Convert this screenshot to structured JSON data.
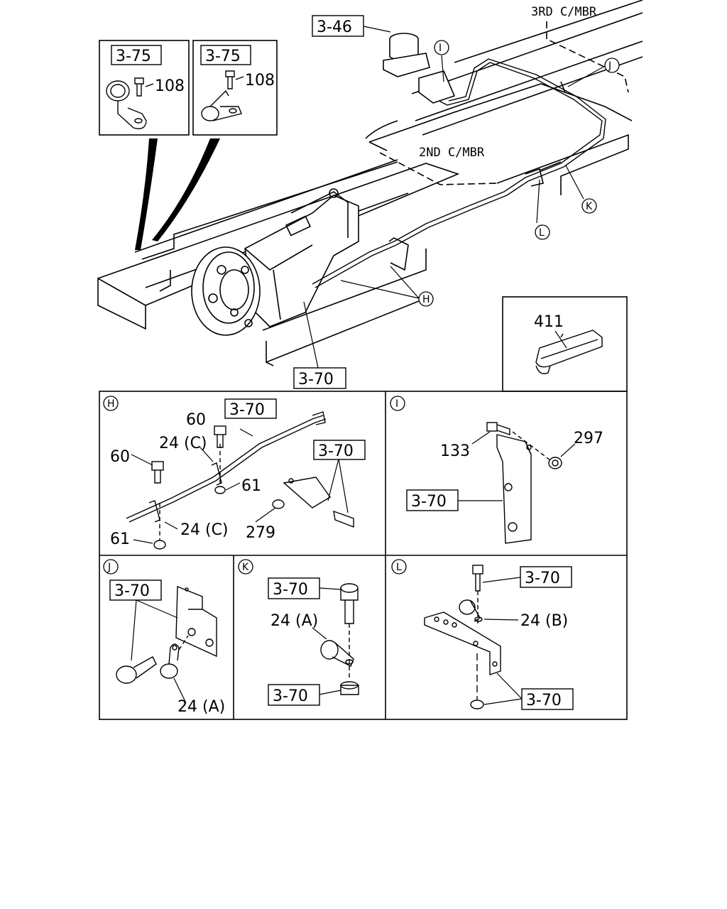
{
  "frame": {
    "third_crossmember": "3RD C/MBR",
    "second_crossmember": "2ND C/MBR",
    "ref_3_46": "3-46",
    "ref_3_70": "3-70",
    "callouts": {
      "H": "H",
      "I": "I",
      "J": "J",
      "K": "K",
      "L": "L"
    }
  },
  "insets": {
    "left": {
      "ref": "3-75",
      "part": "108"
    },
    "right": {
      "ref": "3-75",
      "part": "108"
    }
  },
  "panel_411": {
    "part": "411"
  },
  "detail_H": {
    "tag": "H",
    "ref_pipe": "3-70",
    "ref_bracket": "3-70",
    "p60_upper": "60",
    "p24c_upper": "24 (C)",
    "p60_left": "60",
    "p61_right": "61",
    "p279": "279",
    "p24c_lower": "24 (C)",
    "p61_lower": "61"
  },
  "detail_I": {
    "tag": "I",
    "p133": "133",
    "p297": "297",
    "ref": "3-70"
  },
  "detail_J": {
    "tag": "J",
    "ref": "3-70",
    "p24a": "24 (A)"
  },
  "detail_K": {
    "tag": "K",
    "ref_top": "3-70",
    "p24a": "24 (A)",
    "ref_bottom": "3-70"
  },
  "detail_L": {
    "tag": "L",
    "ref_top": "3-70",
    "p24b": "24 (B)",
    "ref_bottom": "3-70"
  }
}
